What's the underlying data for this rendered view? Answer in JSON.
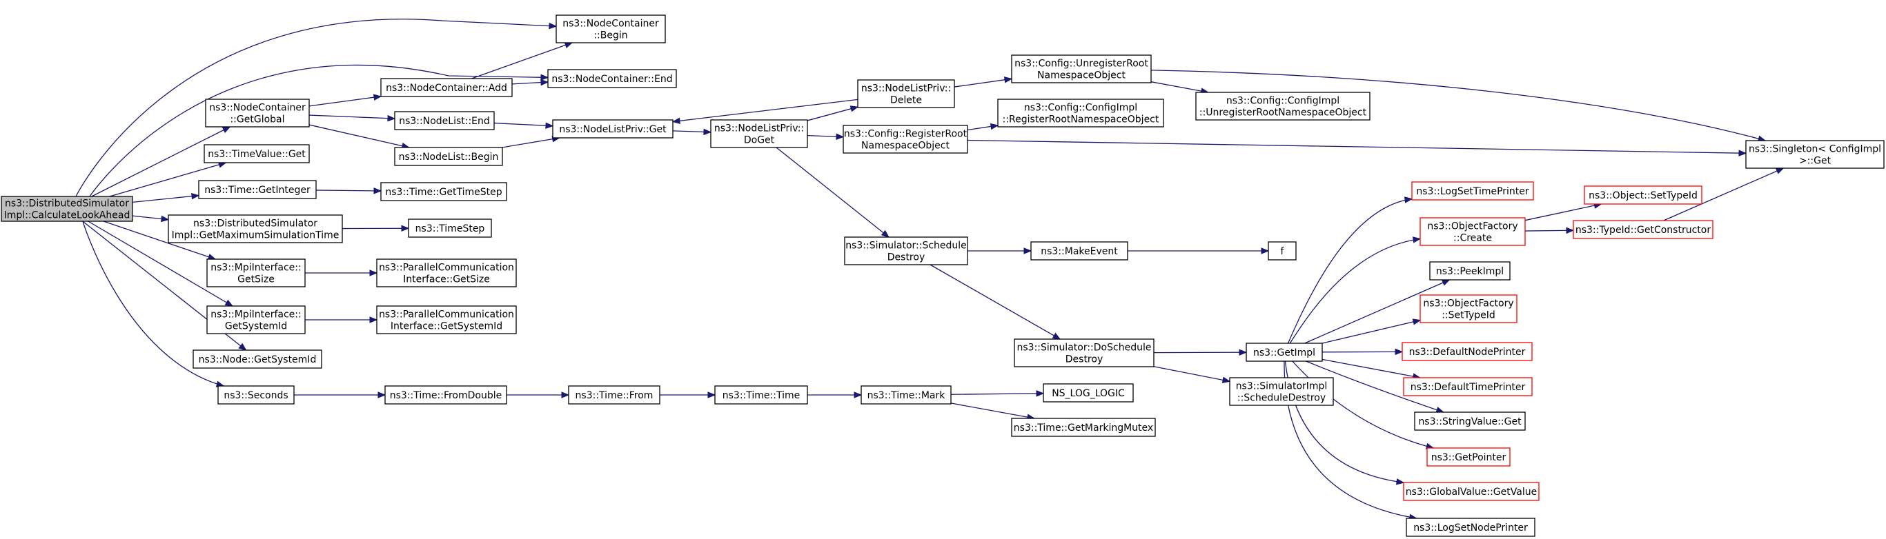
{
  "nodes": {
    "root": {
      "lines": [
        "ns3::DistributedSimulator",
        "Impl::CalculateLookAhead"
      ]
    },
    "nc_begin": {
      "lines": [
        "ns3::NodeContainer",
        "::Begin"
      ]
    },
    "nc_end": {
      "lines": [
        "ns3::NodeContainer::End"
      ]
    },
    "nc_add": {
      "lines": [
        "ns3::NodeContainer::Add"
      ]
    },
    "nc_getglobal": {
      "lines": [
        "ns3::NodeContainer",
        "::GetGlobal"
      ]
    },
    "nl_end": {
      "lines": [
        "ns3::NodeList::End"
      ]
    },
    "nl_begin": {
      "lines": [
        "ns3::NodeList::Begin"
      ]
    },
    "nlp_get": {
      "lines": [
        "ns3::NodeListPriv::Get"
      ]
    },
    "nlp_doget": {
      "lines": [
        "ns3::NodeListPriv::",
        "DoGet"
      ]
    },
    "nlp_delete": {
      "lines": [
        "ns3::NodeListPriv::",
        "Delete"
      ]
    },
    "cfg_unreg": {
      "lines": [
        "ns3::Config::UnregisterRoot",
        "NamespaceObject"
      ]
    },
    "cfg_reg": {
      "lines": [
        "ns3::Config::RegisterRoot",
        "NamespaceObject"
      ]
    },
    "cfgimpl_reg": {
      "lines": [
        "ns3::Config::ConfigImpl",
        "::RegisterRootNamespaceObject"
      ]
    },
    "cfgimpl_unreg": {
      "lines": [
        "ns3::Config::ConfigImpl",
        "::UnregisterRootNamespaceObject"
      ]
    },
    "singleton": {
      "lines": [
        "ns3::Singleton< ConfigImpl",
        " >::Get"
      ]
    },
    "tv_get": {
      "lines": [
        "ns3::TimeValue::Get"
      ]
    },
    "t_getint": {
      "lines": [
        "ns3::Time::GetInteger"
      ]
    },
    "t_getstep": {
      "lines": [
        "ns3::Time::GetTimeStep"
      ]
    },
    "ds_maxsim": {
      "lines": [
        "ns3::DistributedSimulator",
        "Impl::GetMaximumSimulationTime"
      ]
    },
    "timestep": {
      "lines": [
        "ns3::TimeStep"
      ]
    },
    "mpi_size": {
      "lines": [
        "ns3::MpiInterface::",
        "GetSize"
      ]
    },
    "pci_size": {
      "lines": [
        "ns3::ParallelCommunication",
        "Interface::GetSize"
      ]
    },
    "mpi_sysid": {
      "lines": [
        "ns3::MpiInterface::",
        "GetSystemId"
      ]
    },
    "pci_sysid": {
      "lines": [
        "ns3::ParallelCommunication",
        "Interface::GetSystemId"
      ]
    },
    "node_sysid": {
      "lines": [
        "ns3::Node::GetSystemId"
      ]
    },
    "seconds": {
      "lines": [
        "ns3::Seconds"
      ]
    },
    "t_fromdouble": {
      "lines": [
        "ns3::Time::FromDouble"
      ]
    },
    "t_from": {
      "lines": [
        "ns3::Time::From"
      ]
    },
    "t_time": {
      "lines": [
        "ns3::Time::Time"
      ]
    },
    "t_mark": {
      "lines": [
        "ns3::Time::Mark"
      ]
    },
    "nslog": {
      "lines": [
        "NS_LOG_LOGIC"
      ]
    },
    "t_mutex": {
      "lines": [
        "ns3::Time::GetMarkingMutex"
      ]
    },
    "sim_sched": {
      "lines": [
        "ns3::Simulator::Schedule",
        "Destroy"
      ]
    },
    "makeevent": {
      "lines": [
        "ns3::MakeEvent"
      ]
    },
    "f": {
      "lines": [
        "f"
      ]
    },
    "sim_dosched": {
      "lines": [
        "ns3::Simulator::DoSchedule",
        "Destroy"
      ]
    },
    "simimpl_sched": {
      "lines": [
        "ns3::SimulatorImpl",
        "::ScheduleDestroy"
      ]
    },
    "getimpl": {
      "lines": [
        "ns3::GetImpl"
      ]
    },
    "logsettime": {
      "lines": [
        "ns3::LogSetTimePrinter"
      ]
    },
    "of_create": {
      "lines": [
        "ns3::ObjectFactory",
        "::Create"
      ]
    },
    "obj_settype": {
      "lines": [
        "ns3::Object::SetTypeId"
      ]
    },
    "typeid_ctor": {
      "lines": [
        "ns3::TypeId::GetConstructor"
      ]
    },
    "peekimpl": {
      "lines": [
        "ns3::PeekImpl"
      ]
    },
    "of_settype": {
      "lines": [
        "ns3::ObjectFactory",
        "::SetTypeId"
      ]
    },
    "defnodeprinter": {
      "lines": [
        "ns3::DefaultNodePrinter"
      ]
    },
    "deftimeprinter": {
      "lines": [
        "ns3::DefaultTimePrinter"
      ]
    },
    "strval_get": {
      "lines": [
        "ns3::StringValue::Get"
      ]
    },
    "getpointer": {
      "lines": [
        "ns3::GetPointer"
      ]
    },
    "globalval": {
      "lines": [
        "ns3::GlobalValue::GetValue"
      ]
    },
    "logsetnode": {
      "lines": [
        "ns3::LogSetNodePrinter"
      ]
    }
  },
  "colors": {
    "edge": "#191970",
    "root_fill": "#bfbfbf",
    "red_border": "#ff0000",
    "black_border": "#000000"
  }
}
